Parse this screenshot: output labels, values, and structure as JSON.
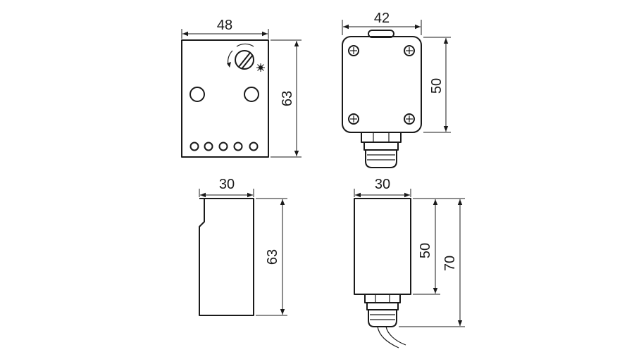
{
  "views": {
    "front": {
      "width_label": "48",
      "height_label": "63"
    },
    "back": {
      "width_label": "42",
      "height_label": "50"
    },
    "side": {
      "width_label": "30",
      "height_label": "63"
    },
    "side_gland": {
      "width_label": "30",
      "height_body_label": "50",
      "height_total_label": "70"
    }
  }
}
